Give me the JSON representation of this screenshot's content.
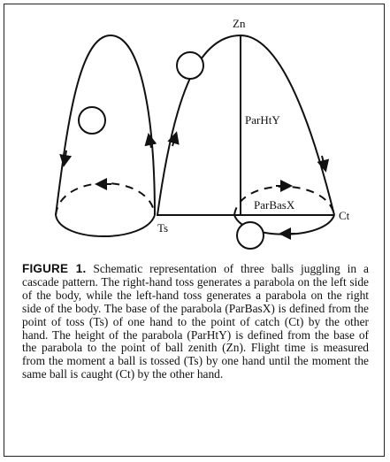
{
  "figure": {
    "label": "FIGURE 1.",
    "caption_text": "Schematic representation of three balls juggling in a cascade pattern. The right-hand toss generates a parabola on the left side of the body, while the left-hand toss generates a parabola on the right side of the body. The base of the parabola (ParBasX) is defined from the point of toss (Ts) of one hand to the point of catch (Ct) by the other hand. The height of the parabola (ParHtY) is defined from the base of the parabola to the point of ball zenith (Zn). Flight time is measured from the moment a ball is tossed (Ts) by one hand until the moment the same ball is caught (Ct) by the other hand."
  },
  "diagram": {
    "labels": {
      "zenith": "Zn",
      "height": "ParHtY",
      "base": "ParBasX",
      "toss": "Ts",
      "catch": "Ct"
    }
  }
}
